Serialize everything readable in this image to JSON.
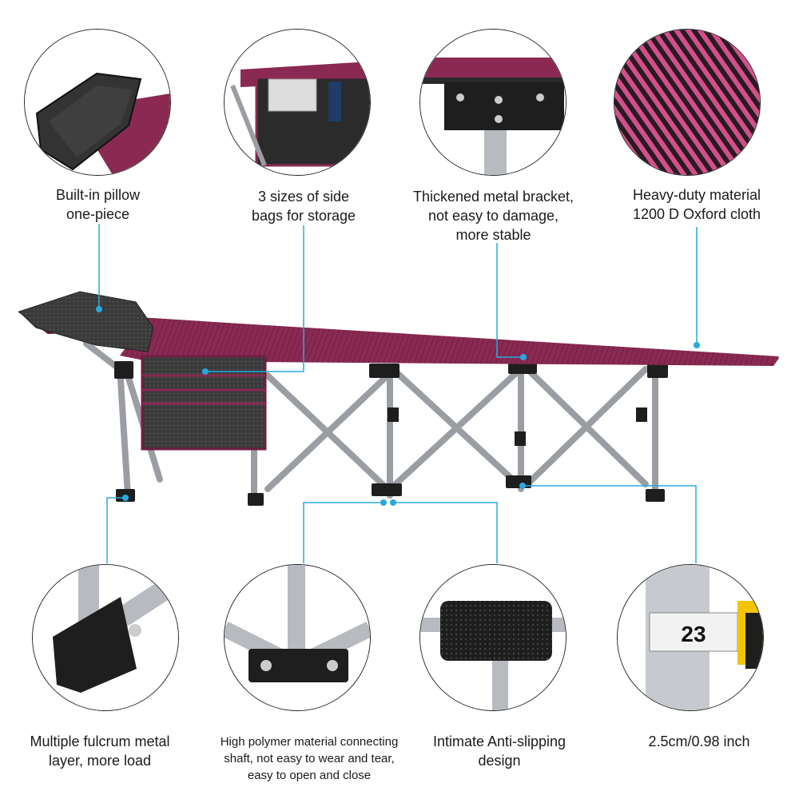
{
  "colors": {
    "fabric": "#8a2a52",
    "fabric_dark": "#5e1838",
    "pillow": "#3a3a3a",
    "frame": "#9a9ea3",
    "bracket": "#1e1e1e",
    "leader": "#29a8e0",
    "tape": "#f5c400"
  },
  "features_top": [
    {
      "icon": "pillow-detail-icon",
      "lines": [
        "Built-in pillow",
        "one-piece"
      ]
    },
    {
      "icon": "side-bag-detail-icon",
      "lines": [
        "3 sizes of side",
        "bags for storage"
      ]
    },
    {
      "icon": "metal-bracket-detail-icon",
      "lines": [
        "Thickened metal bracket,",
        "not easy to damage,",
        "more stable"
      ]
    },
    {
      "icon": "oxford-cloth-detail-icon",
      "lines": [
        "Heavy-duty material",
        "1200 D Oxford cloth"
      ]
    }
  ],
  "features_bottom": [
    {
      "icon": "fulcrum-joint-detail-icon",
      "lines": [
        "Multiple fulcrum metal",
        "layer, more load"
      ]
    },
    {
      "icon": "polymer-shaft-detail-icon",
      "lines": [
        "High polymer material connecting",
        "shaft, not easy to wear and tear,",
        "easy to open and close"
      ]
    },
    {
      "icon": "anti-slip-foot-detail-icon",
      "lines": [
        "Intimate Anti-slipping",
        "design"
      ]
    },
    {
      "icon": "tube-diameter-detail-icon",
      "lines": [
        "2.5cm/0.98 inch"
      ]
    }
  ],
  "tape_digits": "23"
}
